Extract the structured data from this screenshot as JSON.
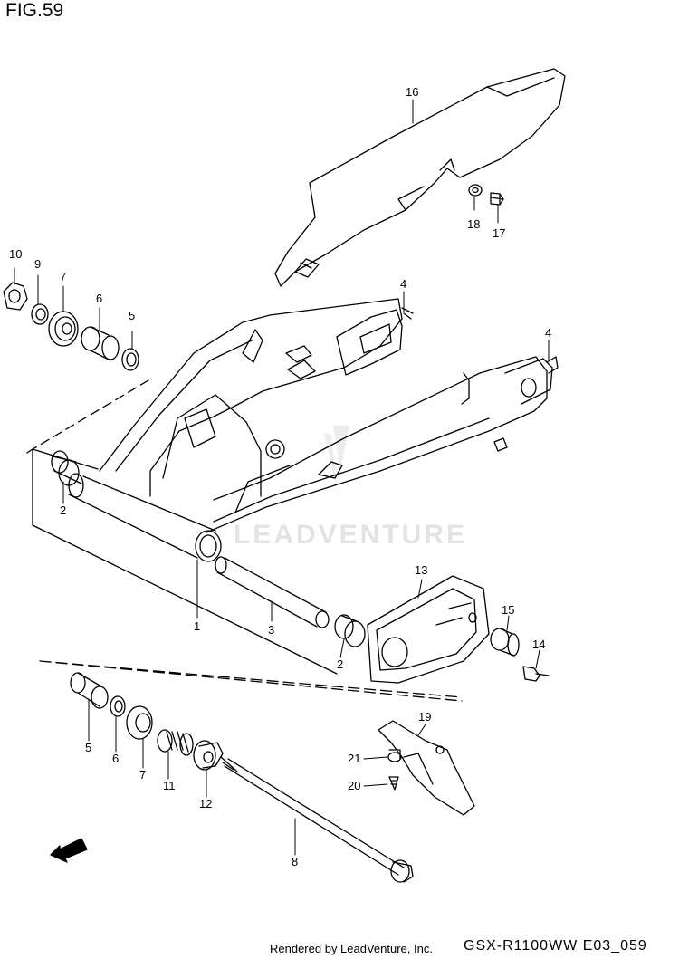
{
  "figure": {
    "title": "FIG.59",
    "model_code": "GSX-R1100WW  E03_059",
    "render_credit": "Rendered by LeadVenture, Inc.",
    "watermark": "LEADVENTURE",
    "fwd_label": "FWD"
  },
  "callouts": [
    {
      "id": "c10",
      "label": "10"
    },
    {
      "id": "c9",
      "label": "9"
    },
    {
      "id": "c7a",
      "label": "7"
    },
    {
      "id": "c6a",
      "label": "6"
    },
    {
      "id": "c5a",
      "label": "5"
    },
    {
      "id": "c16",
      "label": "16"
    },
    {
      "id": "c18",
      "label": "18"
    },
    {
      "id": "c17",
      "label": "17"
    },
    {
      "id": "c4a",
      "label": "4"
    },
    {
      "id": "c4b",
      "label": "4"
    },
    {
      "id": "c2a",
      "label": "2"
    },
    {
      "id": "c1",
      "label": "1"
    },
    {
      "id": "c3",
      "label": "3"
    },
    {
      "id": "c2b",
      "label": "2"
    },
    {
      "id": "c13",
      "label": "13"
    },
    {
      "id": "c15",
      "label": "15"
    },
    {
      "id": "c14",
      "label": "14"
    },
    {
      "id": "c19",
      "label": "19"
    },
    {
      "id": "c21",
      "label": "21"
    },
    {
      "id": "c20",
      "label": "20"
    },
    {
      "id": "c5b",
      "label": "5"
    },
    {
      "id": "c6b",
      "label": "6"
    },
    {
      "id": "c7b",
      "label": "7"
    },
    {
      "id": "c11",
      "label": "11"
    },
    {
      "id": "c12",
      "label": "12"
    },
    {
      "id": "c8",
      "label": "8"
    }
  ]
}
